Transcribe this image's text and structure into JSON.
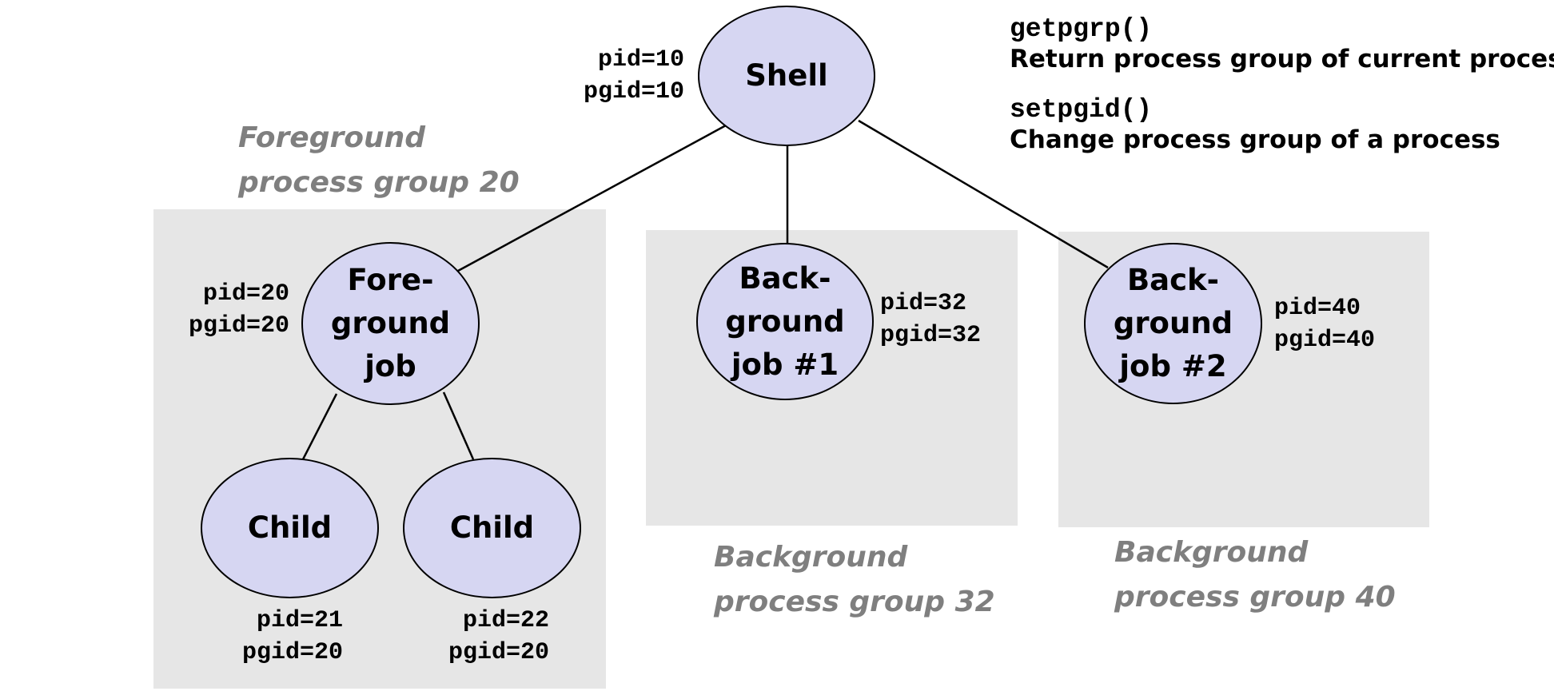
{
  "groups": {
    "foreground": {
      "label_line1": "Foreground",
      "label_line2": "process group 20"
    },
    "background1": {
      "label_line1": "Background",
      "label_line2": "process group 32"
    },
    "background2": {
      "label_line1": "Background",
      "label_line2": "process group 40"
    }
  },
  "nodes": {
    "shell": {
      "label": "Shell",
      "pid": "pid=10",
      "pgid": "pgid=10"
    },
    "foreground_job": {
      "label": "Fore-\nground\njob",
      "pid": "pid=20",
      "pgid": "pgid=20"
    },
    "child1": {
      "label": "Child",
      "pid": "pid=21",
      "pgid": "pgid=20"
    },
    "child2": {
      "label": "Child",
      "pid": "pid=22",
      "pgid": "pgid=20"
    },
    "background_job1": {
      "label": "Back-\nground\njob #1",
      "pid": "pid=32",
      "pgid": "pgid=32"
    },
    "background_job2": {
      "label": "Back-\nground\njob #2",
      "pid": "pid=40",
      "pgid": "pgid=40"
    }
  },
  "api": {
    "getpgrp": {
      "name": "getpgrp()",
      "desc": "Return process group of current process"
    },
    "setpgid": {
      "name": "setpgid()",
      "desc": "Change process group of a process"
    }
  },
  "colors": {
    "node_fill": "#d6d6f2",
    "group_fill": "#e6e6e6",
    "group_label": "#7f7f7f"
  }
}
